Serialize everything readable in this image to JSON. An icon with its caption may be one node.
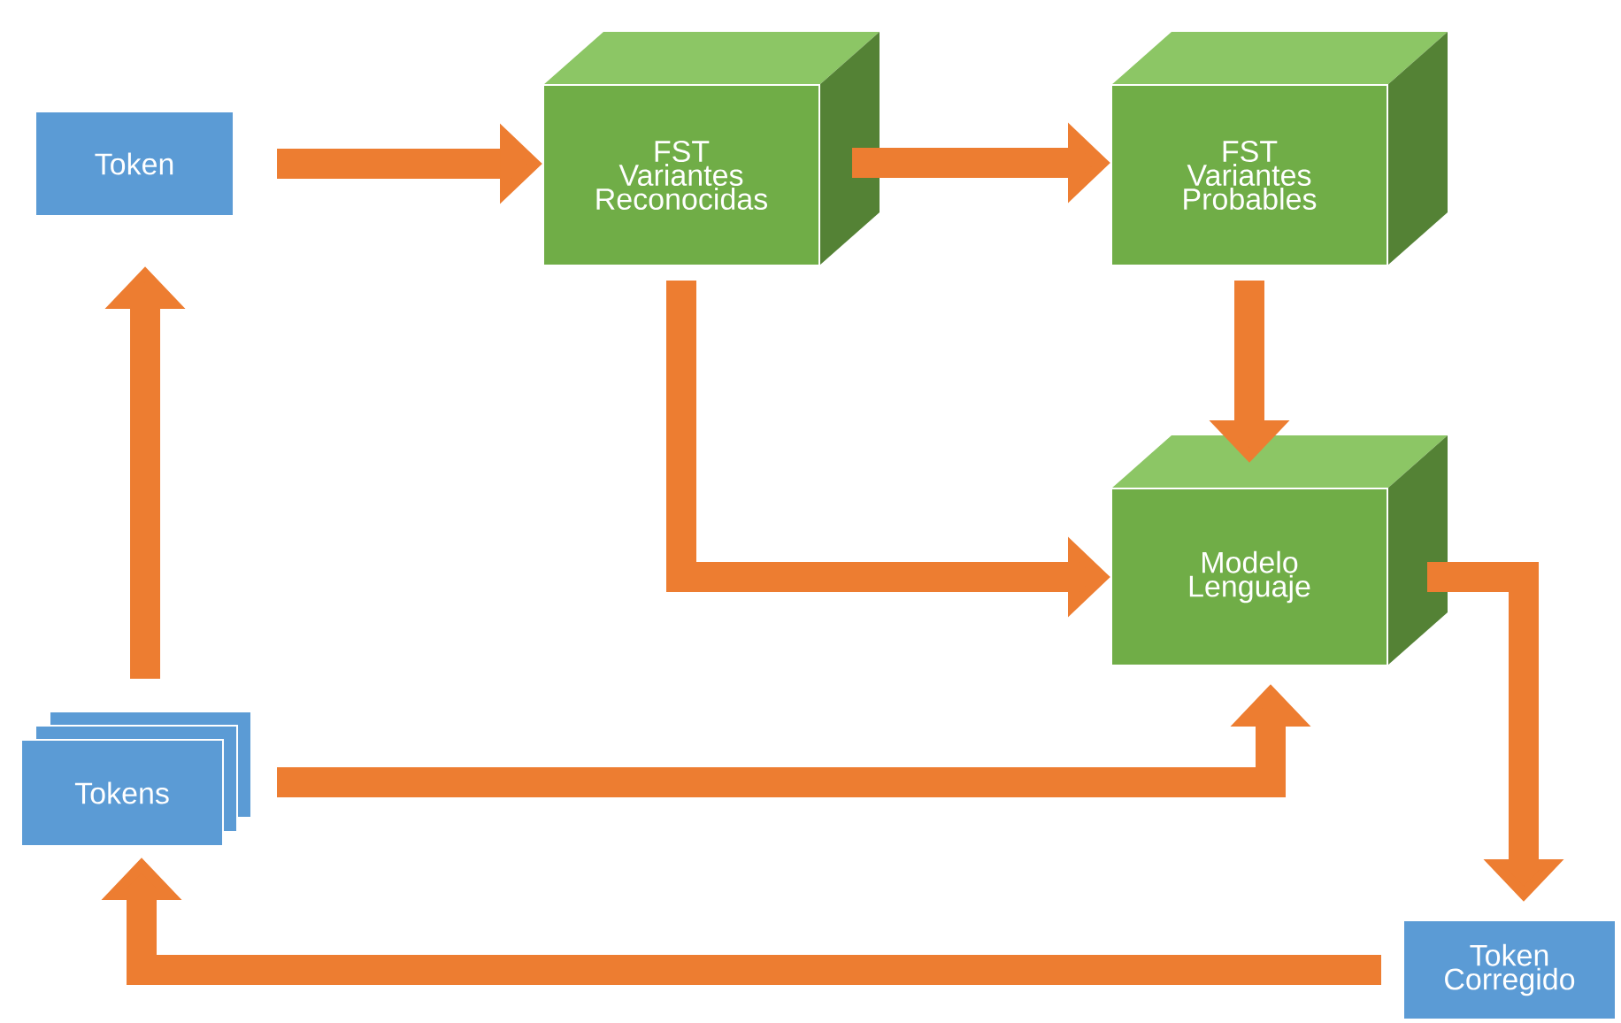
{
  "diagram": {
    "nodes": [
      {
        "text": [
          "Token"
        ]
      },
      {
        "text": [
          "FST Variantes Reconocidas"
        ]
      },
      {
        "text": [
          "FST Variantes Probables"
        ]
      },
      {
        "text": [
          "Modelo Lenguaje"
        ]
      },
      {
        "text": [
          "Tokens"
        ]
      },
      {
        "text": [
          "Token Corregido"
        ]
      }
    ],
    "edges": [
      {
        "from": 0,
        "to": 1,
        "arrow": "to"
      },
      {
        "from": 1,
        "to": 2,
        "arrow": "to"
      },
      {
        "from": 2,
        "to": 3,
        "arrow": "to"
      },
      {
        "from": 1,
        "to": 3,
        "arrow": "to"
      },
      {
        "from": 4,
        "to": 3,
        "arrow": "to"
      },
      {
        "from": 3,
        "to": 5,
        "arrow": "to"
      },
      {
        "from": 5,
        "to": 4,
        "arrow": "to"
      },
      {
        "from": 4,
        "to": 0,
        "arrow": "to"
      }
    ]
  }
}
